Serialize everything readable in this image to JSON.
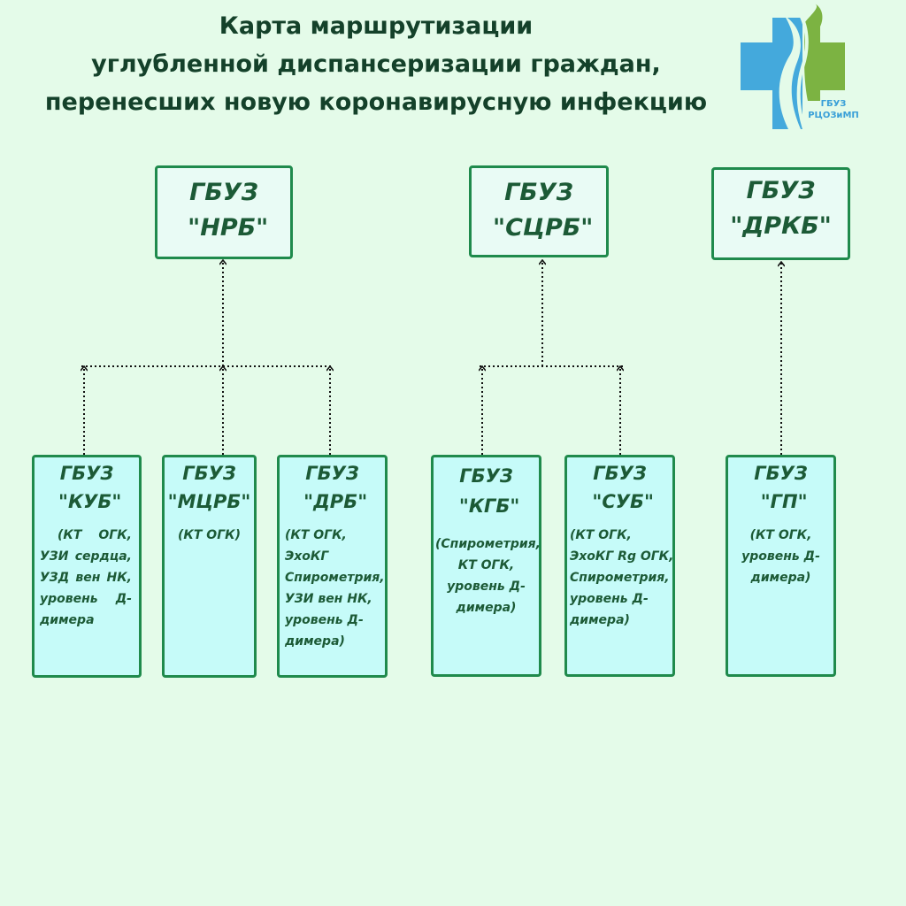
{
  "title": {
    "line1": "Карта маршрутизации",
    "line2": "углубленной диспансеризации граждан,",
    "line3": "перенесших новую коронавирусную инфекцию"
  },
  "logo": {
    "line1": "ГБУЗ",
    "line2": "РЦОЗиМП",
    "colors": {
      "blue": "#44a9dc",
      "green": "#7cb342"
    }
  },
  "hospitals": {
    "nrb": {
      "l1": "ГБУЗ",
      "l2": " \"НРБ\""
    },
    "scrb": {
      "l1": "ГБУЗ",
      "l2": " \"СЦРБ\""
    },
    "drkb": {
      "l1": "ГБУЗ",
      "l2": "\"ДРКБ\""
    }
  },
  "clinics": {
    "kub": {
      "l1": "ГБУЗ",
      "l2": " \"КУБ\"",
      "details": [
        "(КТ ОГК,",
        "УЗИ сердца,",
        "УЗД вен НК,",
        "уровень Д-",
        "димера"
      ]
    },
    "mcrb": {
      "l1": "ГБУЗ",
      "l2": "\"МЦРБ\"",
      "details": [
        "(КТ ОГК)"
      ]
    },
    "drb": {
      "l1": "ГБУЗ",
      "l2": " \"ДРБ\"",
      "details": [
        "(КТ ОГК,",
        "ЭхоКГ",
        "Спирометрия,",
        "УЗИ вен НК,",
        "уровень Д-",
        "димера)"
      ]
    },
    "kgb": {
      "l1": "ГБУЗ",
      "l2": " \"КГБ\"",
      "details": [
        "(Спирометрия,",
        "КТ ОГК,",
        "уровень Д-",
        "димера)"
      ]
    },
    "sub": {
      "l1": "ГБУЗ",
      "l2": " \"СУБ\"",
      "details": [
        "(КТ ОГК,",
        "ЭхоКГ Rg ОГК,",
        "Спирометрия,",
        "уровень Д-",
        "димера)"
      ]
    },
    "gp": {
      "l1": "ГБУЗ",
      "l2": " \"ГП\"",
      "details": [
        "(КТ ОГК,",
        "уровень Д-",
        "димера)"
      ]
    }
  },
  "colors": {
    "background": "#e4fbe9",
    "border": "#1f8a4c",
    "text": "#1c5a36",
    "title": "#14412a",
    "top_box_fill": "#e9fbf5",
    "sub_box_fill": "#c6fbf9"
  }
}
